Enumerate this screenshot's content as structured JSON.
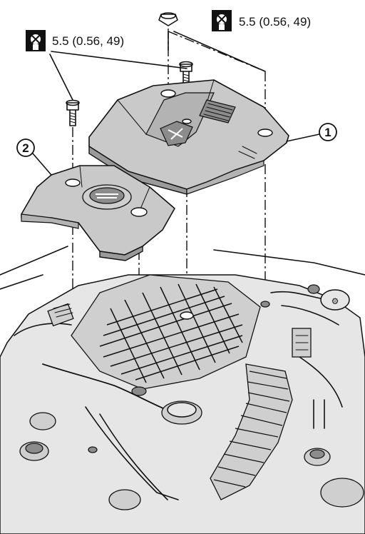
{
  "torque_specs": [
    {
      "id": "top",
      "text": "5.5 (0.56, 49)",
      "icon": "torque-wrench-icon"
    },
    {
      "id": "left",
      "text": "5.5 (0.56, 49)",
      "icon": "torque-wrench-icon"
    }
  ],
  "callouts": [
    {
      "id": "engine-cover",
      "label": "1"
    },
    {
      "id": "side-cover",
      "label": "2"
    }
  ],
  "colors": {
    "ink": "#111111",
    "cover": "#c9c9c9",
    "paper": "#ffffff"
  }
}
